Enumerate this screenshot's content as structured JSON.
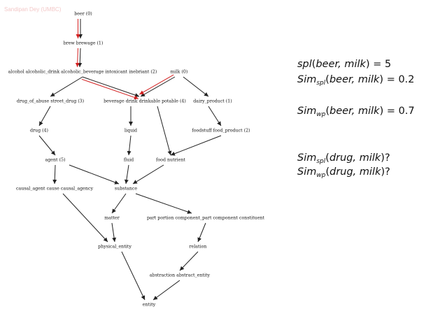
{
  "watermark": "Sandipan Dey (UMBC)",
  "nodes": [
    {
      "id": "beer",
      "label": "beer (0)"
    },
    {
      "id": "brew",
      "label": "brew brewage (1)"
    },
    {
      "id": "alcohol",
      "label": "alcohol alcoholic_drink alcoholic_beverage intoxicant inebriant (2)"
    },
    {
      "id": "milk",
      "label": "milk (0)"
    },
    {
      "id": "drug_abuse",
      "label": "drug_of_abuse street_drug (3)"
    },
    {
      "id": "beverage",
      "label": "beverage drink drinkable potable (4)"
    },
    {
      "id": "dairy",
      "label": "dairy_product (1)"
    },
    {
      "id": "drug",
      "label": "drug (4)"
    },
    {
      "id": "liquid",
      "label": "liquid"
    },
    {
      "id": "foodstuff",
      "label": "foodstuff food_product (2)"
    },
    {
      "id": "agent",
      "label": "agent (5)"
    },
    {
      "id": "fluid",
      "label": "fluid"
    },
    {
      "id": "food",
      "label": "food nutrient"
    },
    {
      "id": "causal",
      "label": "causal_agent cause causal_agency"
    },
    {
      "id": "substance",
      "label": "substance"
    },
    {
      "id": "matter",
      "label": "matter"
    },
    {
      "id": "part",
      "label": "part portion component_part component constituent"
    },
    {
      "id": "physical",
      "label": "physical_entity"
    },
    {
      "id": "relation",
      "label": "relation"
    },
    {
      "id": "abstraction",
      "label": "abstraction abstract_entity"
    },
    {
      "id": "entity",
      "label": "entity"
    }
  ],
  "edges": [
    {
      "from": "beer",
      "to": "brew",
      "highlight": true
    },
    {
      "from": "brew",
      "to": "alcohol",
      "highlight": true
    },
    {
      "from": "alcohol",
      "to": "drug_abuse",
      "highlight": false
    },
    {
      "from": "alcohol",
      "to": "beverage",
      "highlight": true
    },
    {
      "from": "milk",
      "to": "beverage",
      "highlight": true
    },
    {
      "from": "milk",
      "to": "dairy",
      "highlight": false
    },
    {
      "from": "drug_abuse",
      "to": "drug",
      "highlight": false
    },
    {
      "from": "beverage",
      "to": "liquid",
      "highlight": false
    },
    {
      "from": "beverage",
      "to": "food",
      "highlight": false
    },
    {
      "from": "dairy",
      "to": "foodstuff",
      "highlight": false
    },
    {
      "from": "drug",
      "to": "agent",
      "highlight": false
    },
    {
      "from": "liquid",
      "to": "fluid",
      "highlight": false
    },
    {
      "from": "foodstuff",
      "to": "food",
      "highlight": false
    },
    {
      "from": "agent",
      "to": "causal",
      "highlight": false
    },
    {
      "from": "agent",
      "to": "substance",
      "highlight": false
    },
    {
      "from": "fluid",
      "to": "substance",
      "highlight": false
    },
    {
      "from": "food",
      "to": "substance",
      "highlight": false
    },
    {
      "from": "substance",
      "to": "matter",
      "highlight": false
    },
    {
      "from": "substance",
      "to": "part",
      "highlight": false
    },
    {
      "from": "causal",
      "to": "physical",
      "highlight": false
    },
    {
      "from": "matter",
      "to": "physical",
      "highlight": false
    },
    {
      "from": "part",
      "to": "relation",
      "highlight": false
    },
    {
      "from": "relation",
      "to": "abstraction",
      "highlight": false
    },
    {
      "from": "physical",
      "to": "entity",
      "highlight": false
    },
    {
      "from": "abstraction",
      "to": "entity",
      "highlight": false
    }
  ],
  "colors": {
    "edge": "#222222",
    "highlight": "#d42020",
    "node_text": "#111111"
  },
  "formulas": {
    "spl_beer_milk": {
      "func": "spl",
      "sub": "",
      "args": "beer, milk",
      "rhs": "= 5"
    },
    "sim_spl_beer_milk": {
      "func": "Sim",
      "sub": "spl",
      "args": "beer, milk",
      "rhs": "= 0.2"
    },
    "sim_wp_beer_milk": {
      "func": "Sim",
      "sub": "wp",
      "args": "beer, milk",
      "rhs": "= 0.7"
    },
    "sim_spl_drug_milk": {
      "func": "Sim",
      "sub": "spl",
      "args": "drug, milk",
      "rhs": "?"
    },
    "sim_wp_drug_milk": {
      "func": "Sim",
      "sub": "wp",
      "args": "drug, milk",
      "rhs": "?"
    }
  }
}
